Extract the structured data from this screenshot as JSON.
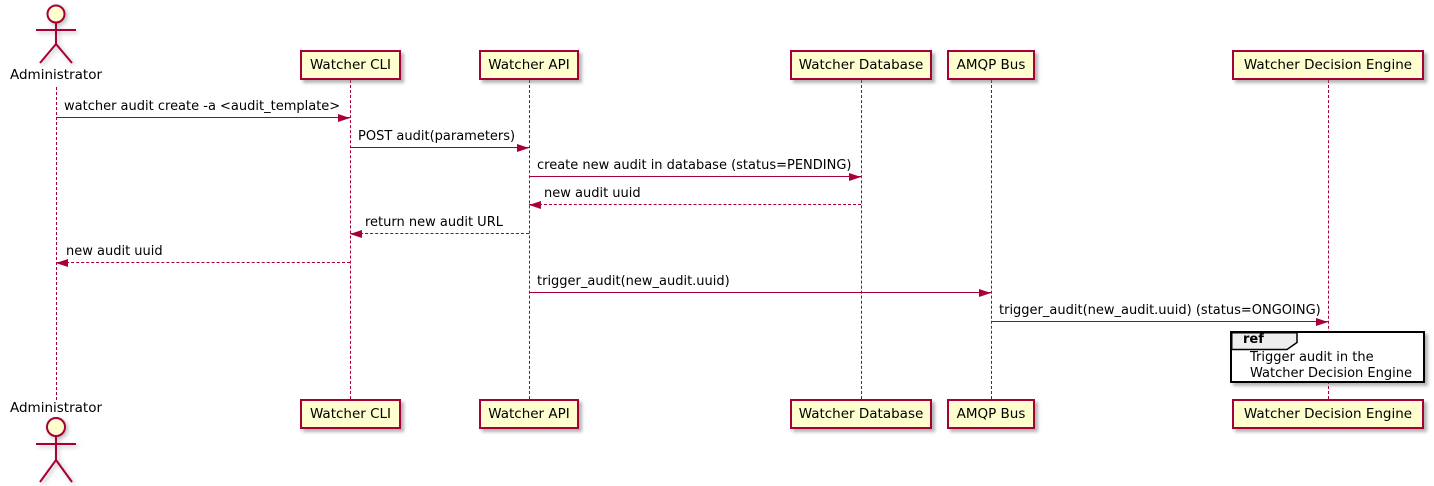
{
  "colors": {
    "participant_fill": "#FEFECE",
    "participant_border": "#A80036",
    "line_color": "#A80036",
    "text_color": "#000000",
    "ref_header_fill": "#EEEEEE",
    "ref_border": "#000000"
  },
  "actors": {
    "administrator": "Administrator"
  },
  "participants": [
    "Watcher CLI",
    "Watcher API",
    "Watcher Database",
    "AMQP Bus",
    "Watcher Decision Engine"
  ],
  "messages": [
    {
      "label": "watcher audit create -a <audit_template>",
      "from": "Administrator",
      "to": "Watcher CLI",
      "style": "solid"
    },
    {
      "label": "POST audit(parameters)",
      "from": "Watcher CLI",
      "to": "Watcher API",
      "style": "solid"
    },
    {
      "label": "create new audit in database (status=PENDING)",
      "from": "Watcher API",
      "to": "Watcher Database",
      "style": "solid"
    },
    {
      "label": "new audit uuid",
      "from": "Watcher Database",
      "to": "Watcher API",
      "style": "dashed"
    },
    {
      "label": "return new audit URL",
      "from": "Watcher API",
      "to": "Watcher CLI",
      "style": "dashed"
    },
    {
      "label": "new audit uuid",
      "from": "Watcher CLI",
      "to": "Administrator",
      "style": "dashed"
    },
    {
      "label": "trigger_audit(new_audit.uuid)",
      "from": "Watcher API",
      "to": "AMQP Bus",
      "style": "solid"
    },
    {
      "label": "trigger_audit(new_audit.uuid) (status=ONGOING)",
      "from": "AMQP Bus",
      "to": "Watcher Decision Engine",
      "style": "solid"
    }
  ],
  "ref": {
    "keyword": "ref",
    "lines": [
      "Trigger audit in the",
      "Watcher Decision Engine"
    ]
  }
}
